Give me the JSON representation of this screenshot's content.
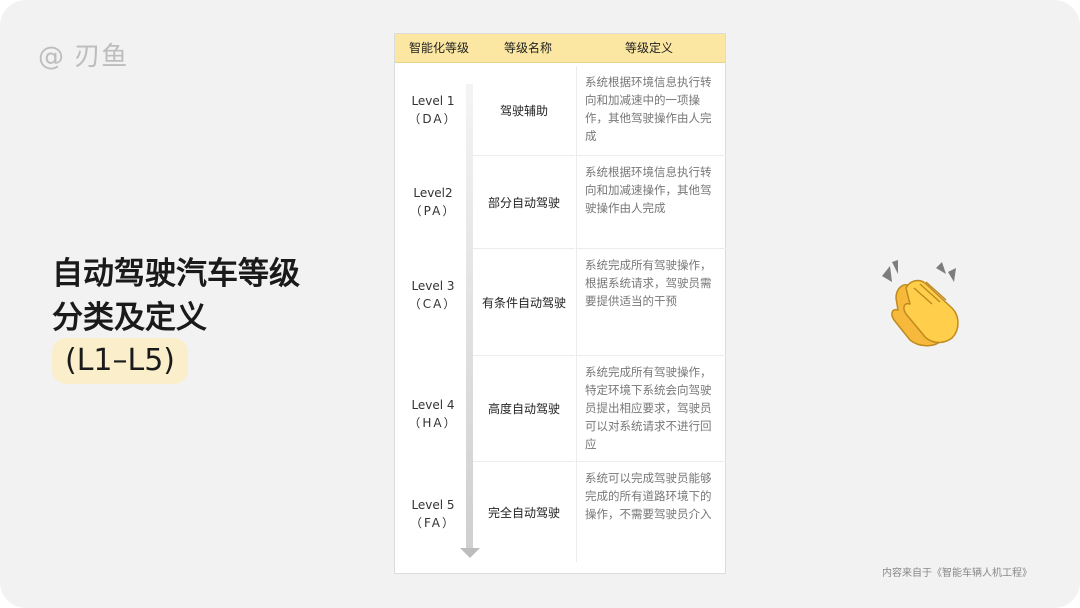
{
  "watermark": "@ 刃鱼",
  "headline": {
    "line1": "自动驾驶汽车等级",
    "line2": "分类及定义",
    "tag": "(L1–L5)"
  },
  "table": {
    "headers": [
      "智能化等级",
      "等级名称",
      "等级定义"
    ],
    "rows": [
      {
        "level": "Level 1",
        "code": "（DA）",
        "name": "驾驶辅助",
        "def": "系统根据环境信息执行转向和加减速中的一项操作，其他驾驶操作由人完成"
      },
      {
        "level": "Level2",
        "code": "（PA）",
        "name": "部分自动驾驶",
        "def": "系统根据环境信息执行转向和加减速操作，其他驾驶操作由人完成"
      },
      {
        "level": "Level 3",
        "code": "（CA）",
        "name": "有条件自动驾驶",
        "def": "系统完成所有驾驶操作，根据系统请求，驾驶员需要提供适当的干预"
      },
      {
        "level": "Level 4",
        "code": "（HA）",
        "name": "高度自动驾驶",
        "def": "系统完成所有驾驶操作，特定环境下系统会向驾驶员提出相应要求，驾驶员可以对系统请求不进行回应"
      },
      {
        "level": "Level 5",
        "code": "（FA）",
        "name": "完全自动驾驶",
        "def": "系统可以完成驾驶员能够完成的所有道路环境下的操作，不需要驾驶员介入"
      }
    ]
  },
  "source": "内容来自于《智能车辆人机工程》",
  "emoji": "clapping-hands",
  "colors": {
    "header_bg": "#fbe7a1",
    "tag_bg": "#fbeecb",
    "background": "#f2f2f2"
  }
}
